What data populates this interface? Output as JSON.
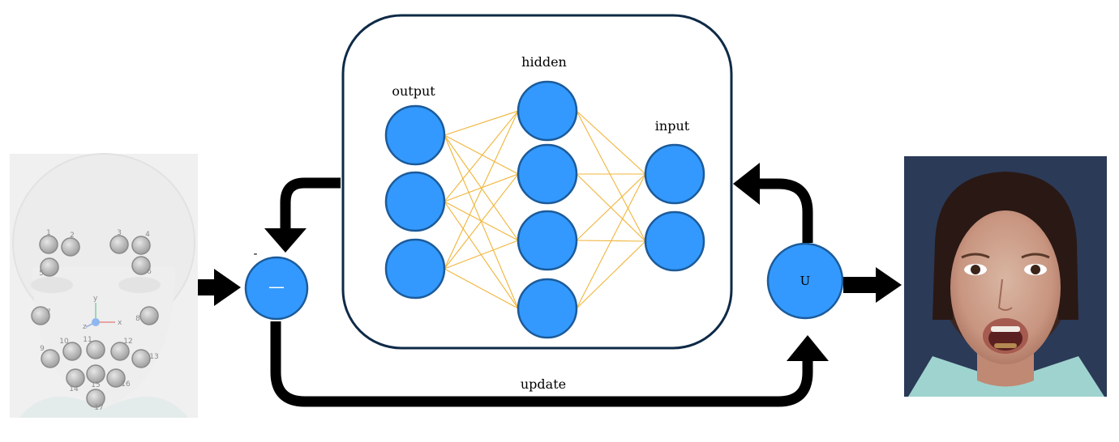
{
  "labels": {
    "output": "output",
    "hidden": "hidden",
    "input": "input",
    "update": "update",
    "subtract_symbol": "—",
    "minus_sign": "-",
    "u_node": "U"
  },
  "network": {
    "output_nodes": 3,
    "hidden_nodes": 4,
    "input_nodes": 2
  },
  "face_markers": {
    "numbers": [
      "1",
      "2",
      "3",
      "4",
      "5",
      "6",
      "7",
      "8",
      "9",
      "10",
      "11",
      "12",
      "13",
      "14",
      "15",
      "16",
      "17"
    ],
    "axis_labels": [
      "y",
      "x",
      "z"
    ]
  },
  "colors": {
    "node_fill": "#3399ff",
    "node_stroke": "#1c5b9a",
    "edge": "#f0b53a",
    "network_box_stroke": "#0e2a47",
    "arrow": "#000000"
  }
}
